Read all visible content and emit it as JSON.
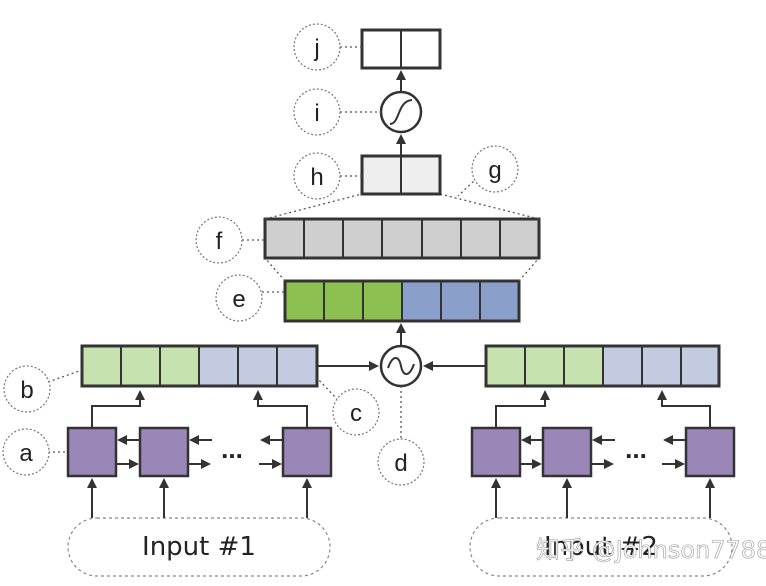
{
  "labels": {
    "a": "a",
    "b": "b",
    "c": "c",
    "d": "d",
    "e": "e",
    "f": "f",
    "g": "g",
    "h": "h",
    "i": "i",
    "j": "j"
  },
  "inputs": {
    "input1": "Input #1",
    "input2": "Input #2"
  },
  "ellipsis": "...",
  "watermark": "知乎 @Johnson7788",
  "colors": {
    "green": "#8cc152",
    "blue": "#8b9fcb",
    "light_green": "#c6e2ae",
    "light_blue": "#c3cbe0",
    "gray": "#cfcfcf",
    "light_gray": "#eeeeee",
    "purple": "#9b87b7",
    "stroke": "#333333"
  }
}
